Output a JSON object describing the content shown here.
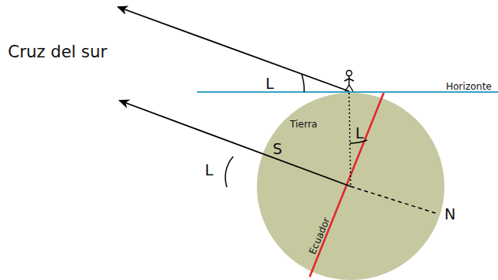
{
  "diagram": {
    "labels": [
      "Cruz del sur",
      "L",
      "Horizonte",
      "Tierra",
      "L",
      "S",
      "L",
      "N",
      "Ecuador"
    ]
  }
}
